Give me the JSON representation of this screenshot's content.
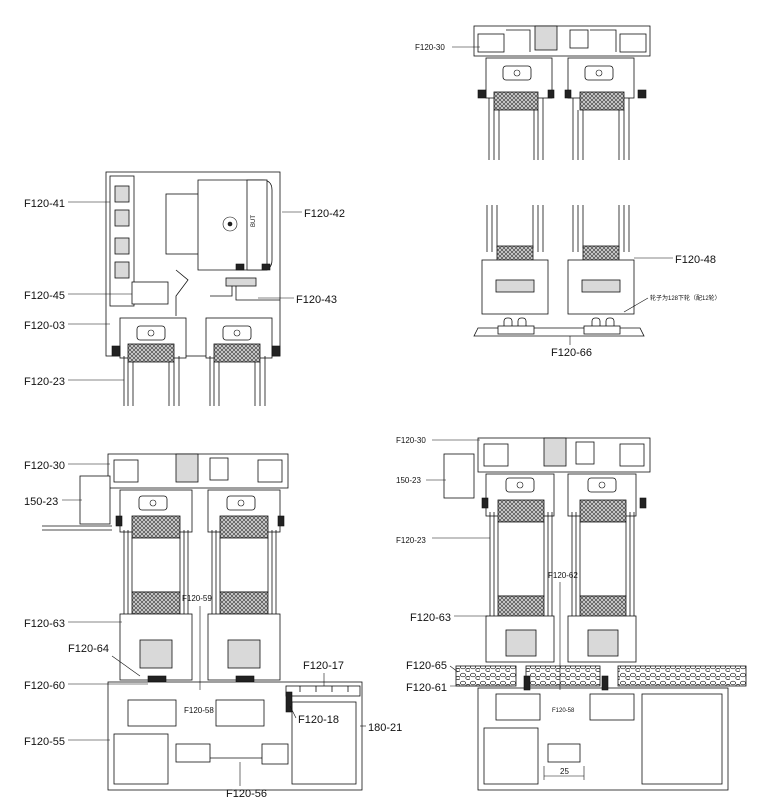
{
  "labels": {
    "f120_30_top": "F120-30",
    "f120_41": "F120-41",
    "f120_42": "F120-42",
    "f120_45": "F120-45",
    "f120_43": "F120-43",
    "f120_03": "F120-03",
    "f120_23_mid": "F120-23",
    "f120_48": "F120-48",
    "f120_66": "F120-66",
    "f120_30_bl": "F120-30",
    "150_23_bl": "150-23",
    "f120_59": "F120-59",
    "f120_63_bl": "F120-63",
    "f120_64": "F120-64",
    "f120_60": "F120-60",
    "f120_58_bl": "F120-58",
    "f120_17": "F120-17",
    "f120_18": "F120-18",
    "180_21": "180-21",
    "f120_55": "F120-55",
    "f120_56": "F120-56",
    "f120_30_br": "F120-30",
    "150_23_br": "150-23",
    "f120_23_br": "F120-23",
    "f120_62": "F120-62",
    "f120_63_br": "F120-63",
    "f120_65": "F120-65",
    "f120_61": "F120-61",
    "f120_58_br": "F120-58",
    "dim_25": "25"
  },
  "notes": {
    "wheel_note": "轮子为128下轮（配12轮）",
    "motor_text": "BUT"
  }
}
